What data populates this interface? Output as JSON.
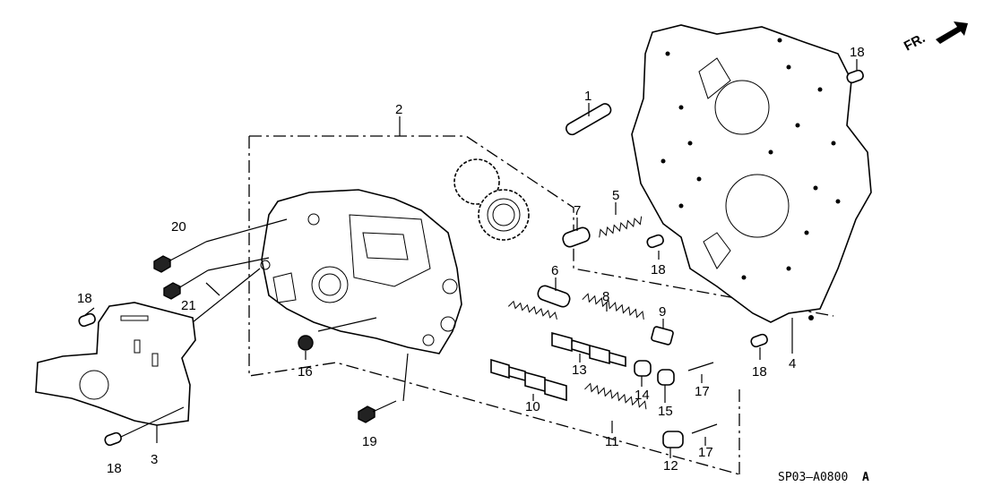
{
  "diagram": {
    "direction_label": "FR.",
    "reference_code": "SP03–A0800",
    "reference_suffix": "A",
    "callouts": {
      "c1": "1",
      "c2": "2",
      "c3": "3",
      "c4": "4",
      "c5": "5",
      "c6": "6",
      "c7": "7",
      "c8": "8",
      "c9": "9",
      "c10": "10",
      "c11": "11",
      "c12": "12",
      "c13": "13",
      "c14": "14",
      "c15": "15",
      "c16": "16",
      "c17a": "17",
      "c17b": "17",
      "c18a": "18",
      "c18b": "18",
      "c18c": "18",
      "c18d": "18",
      "c18e": "18",
      "c19": "19",
      "c20": "20",
      "c21": "21"
    }
  }
}
